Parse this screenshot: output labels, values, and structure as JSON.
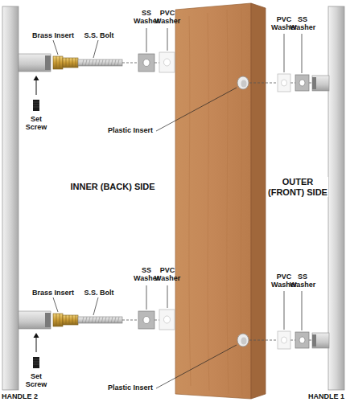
{
  "diagram": {
    "labels": [
      "Brass Insert",
      "S.S. Bolt",
      "SS Washer",
      "PVC Washer",
      "PVC Washer",
      "SS Washer",
      "Set Screw",
      "Plastic Insert",
      "INNER (BACK) SIDE",
      "OUTER (FRONT) SIDE",
      "Brass Insert",
      "S.S. Bolt",
      "SS Washer",
      "PVC Washer",
      "PVC Washer",
      "SS Washer",
      "Set Screw",
      "Plastic Insert",
      "HANDLE 2",
      "HANDLE 1"
    ]
  }
}
